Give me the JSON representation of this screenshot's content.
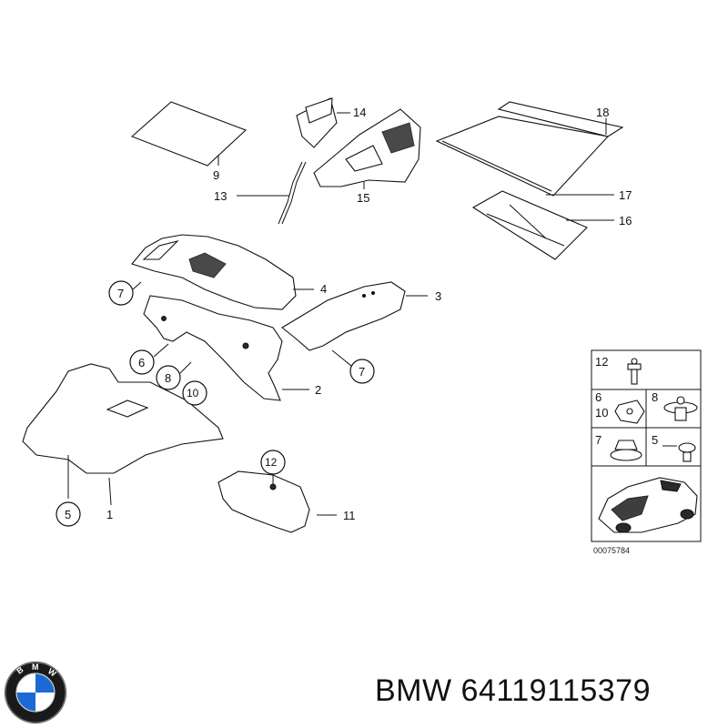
{
  "diagram": {
    "labels": {
      "l1": "1",
      "l2": "2",
      "l3": "3",
      "l4": "4",
      "l5": "5",
      "l6": "6",
      "l7a": "7",
      "l7b": "7",
      "l8": "8",
      "l9": "9",
      "l10": "10",
      "l11": "11",
      "l12": "12",
      "l13": "13",
      "l14": "14",
      "l15": "15",
      "l16": "16",
      "l17": "17",
      "l18": "18"
    },
    "fastener_panel": {
      "r1_a": "12",
      "r2_a": "6",
      "r2_b": "10",
      "r2_c": "8",
      "r3_a": "7",
      "r3_b": "5"
    },
    "diagram_number": "00075784"
  },
  "caption": {
    "brand": "BMW",
    "part_number": "64119115379"
  },
  "logo": {
    "letters": "BMW",
    "colors": {
      "blue": "#1c69d4",
      "white": "#ffffff",
      "ring": "#1a1a1a"
    }
  }
}
